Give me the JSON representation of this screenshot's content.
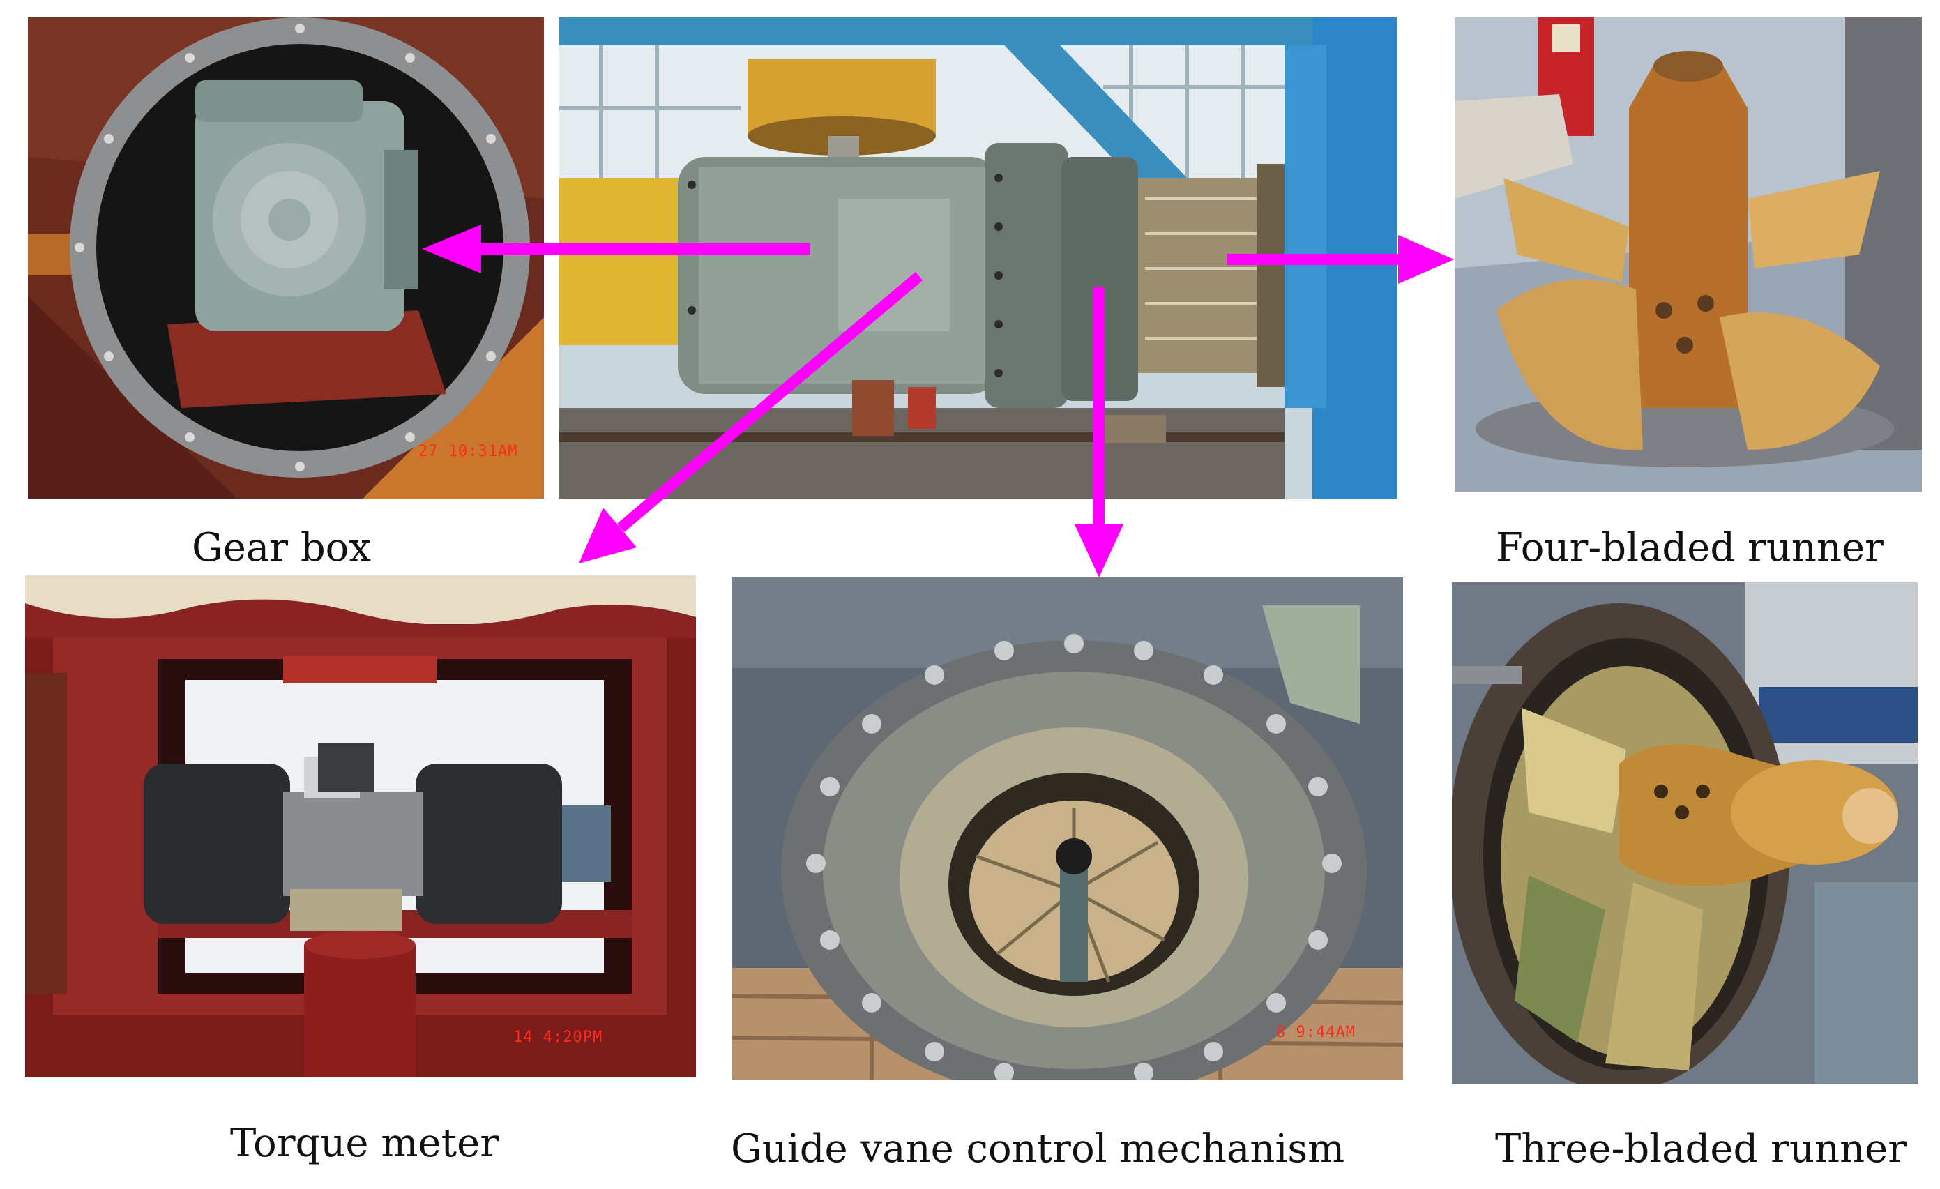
{
  "captions": {
    "gear_box": "Gear box",
    "four_bladed_runner": "Four-bladed runner",
    "torque_meter": "Torque meter",
    "guide_vane": "Guide vane control mechanism",
    "three_bladed_runner": "Three-bladed runner"
  },
  "timestamps": {
    "gear_box": "27 10:31AM",
    "torque_meter": "14  4:20PM",
    "guide_vane": "8  9:44AM"
  },
  "colors": {
    "arrow": "#ff00ff",
    "caption": "#111111",
    "stamp": "#ff2a1a"
  }
}
